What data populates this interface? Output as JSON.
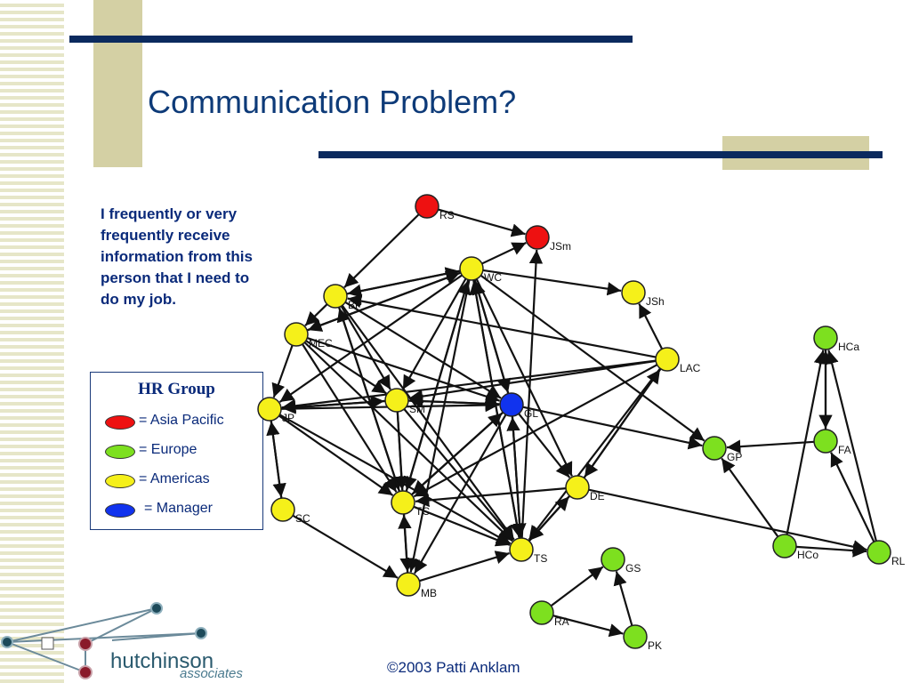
{
  "slide": {
    "title": "Communication Problem?",
    "description": "I frequently or very frequently receive information from this person that I need to do my job.",
    "footer": "©2003 Patti Anklam"
  },
  "legend": {
    "title": "HR Group",
    "items": [
      {
        "label": "= Asia Pacific",
        "color": "#ee1111"
      },
      {
        "label": "= Europe",
        "color": "#7de01f"
      },
      {
        "label": "= Americas",
        "color": "#f5f01a"
      },
      {
        "label": "= Manager",
        "color": "#1133ee"
      }
    ]
  },
  "logo": {
    "brand": "hutchinson",
    "tagline": "associates"
  },
  "network": {
    "colors": {
      "asia": "#ee1111",
      "europe": "#7de01f",
      "americas": "#f5f01a",
      "manager": "#1133ee",
      "edge": "#111111"
    },
    "nodes": [
      {
        "id": "RS",
        "label": "RS",
        "group": "asia"
      },
      {
        "id": "JSm",
        "label": "JSm",
        "group": "asia"
      },
      {
        "id": "WC",
        "label": "WC",
        "group": "americas"
      },
      {
        "id": "BP",
        "label": "BP",
        "group": "americas"
      },
      {
        "id": "JSh",
        "label": "JSh",
        "group": "americas"
      },
      {
        "id": "MEC",
        "label": "MEC",
        "group": "americas"
      },
      {
        "id": "LAC",
        "label": "LAC",
        "group": "americas"
      },
      {
        "id": "JP",
        "label": "JP",
        "group": "americas"
      },
      {
        "id": "SM",
        "label": "SM",
        "group": "americas"
      },
      {
        "id": "GL",
        "label": "GL",
        "group": "manager"
      },
      {
        "id": "DE",
        "label": "DE",
        "group": "americas"
      },
      {
        "id": "TC",
        "label": "TC",
        "group": "americas"
      },
      {
        "id": "SC",
        "label": "SC",
        "group": "americas"
      },
      {
        "id": "TS",
        "label": "TS",
        "group": "americas"
      },
      {
        "id": "MB",
        "label": "MB",
        "group": "americas"
      },
      {
        "id": "HCa",
        "label": "HCa",
        "group": "europe"
      },
      {
        "id": "GP",
        "label": "GP",
        "group": "europe"
      },
      {
        "id": "FA",
        "label": "FA",
        "group": "europe"
      },
      {
        "id": "HCo",
        "label": "HCo",
        "group": "europe"
      },
      {
        "id": "RL",
        "label": "RL",
        "group": "europe"
      },
      {
        "id": "GS",
        "label": "GS",
        "group": "europe"
      },
      {
        "id": "RA",
        "label": "RA",
        "group": "europe"
      },
      {
        "id": "PK",
        "label": "PK",
        "group": "europe"
      }
    ],
    "edges": [
      [
        "RS",
        "JSm"
      ],
      [
        "RS",
        "BP"
      ],
      [
        "WC",
        "JSm"
      ],
      [
        "WC",
        "JSh"
      ],
      [
        "WC",
        "BP"
      ],
      [
        "BP",
        "WC"
      ],
      [
        "MEC",
        "WC"
      ],
      [
        "WC",
        "MEC"
      ],
      [
        "WC",
        "JP"
      ],
      [
        "WC",
        "SM"
      ],
      [
        "WC",
        "GL"
      ],
      [
        "GL",
        "WC"
      ],
      [
        "WC",
        "TC"
      ],
      [
        "TC",
        "WC"
      ],
      [
        "WC",
        "TS"
      ],
      [
        "TS",
        "WC"
      ],
      [
        "WC",
        "MB"
      ],
      [
        "WC",
        "GP"
      ],
      [
        "WC",
        "DE"
      ],
      [
        "TS",
        "JSm"
      ],
      [
        "BP",
        "MEC"
      ],
      [
        "BP",
        "GL"
      ],
      [
        "LAC",
        "BP"
      ],
      [
        "BP",
        "TC"
      ],
      [
        "TC",
        "BP"
      ],
      [
        "BP",
        "TS"
      ],
      [
        "BP",
        "SM"
      ],
      [
        "MEC",
        "JP"
      ],
      [
        "MEC",
        "SM"
      ],
      [
        "MEC",
        "GL"
      ],
      [
        "MEC",
        "TC"
      ],
      [
        "MEC",
        "TS"
      ],
      [
        "LAC",
        "JSh"
      ],
      [
        "LAC",
        "SM"
      ],
      [
        "LAC",
        "JP"
      ],
      [
        "LAC",
        "TC"
      ],
      [
        "DE",
        "LAC"
      ],
      [
        "LAC",
        "DE"
      ],
      [
        "LAC",
        "TS"
      ],
      [
        "JP",
        "SM"
      ],
      [
        "SM",
        "JP"
      ],
      [
        "JP",
        "SC"
      ],
      [
        "SC",
        "JP"
      ],
      [
        "JP",
        "TC"
      ],
      [
        "JP",
        "TS"
      ],
      [
        "JP",
        "GL"
      ],
      [
        "SM",
        "GL"
      ],
      [
        "GL",
        "SM"
      ],
      [
        "SM",
        "TC"
      ],
      [
        "SM",
        "TS"
      ],
      [
        "SM",
        "MB"
      ],
      [
        "GL",
        "DE"
      ],
      [
        "GL",
        "TS"
      ],
      [
        "TS",
        "GL"
      ],
      [
        "GL",
        "TC"
      ],
      [
        "GL",
        "GP"
      ],
      [
        "GL",
        "MB"
      ],
      [
        "TC",
        "GL"
      ],
      [
        "TC",
        "TS"
      ],
      [
        "MB",
        "TC"
      ],
      [
        "DE",
        "TC"
      ],
      [
        "DE",
        "TS"
      ],
      [
        "TS",
        "DE"
      ],
      [
        "SC",
        "MB"
      ],
      [
        "MB",
        "TS"
      ],
      [
        "DE",
        "RL"
      ],
      [
        "HCo",
        "RL"
      ],
      [
        "HCo",
        "GP"
      ],
      [
        "HCo",
        "HCa"
      ],
      [
        "HCa",
        "FA"
      ],
      [
        "FA",
        "HCa"
      ],
      [
        "FA",
        "GP"
      ],
      [
        "RL",
        "HCa"
      ],
      [
        "RL",
        "FA"
      ],
      [
        "RA",
        "GS"
      ],
      [
        "RA",
        "PK"
      ],
      [
        "PK",
        "GS"
      ]
    ]
  }
}
